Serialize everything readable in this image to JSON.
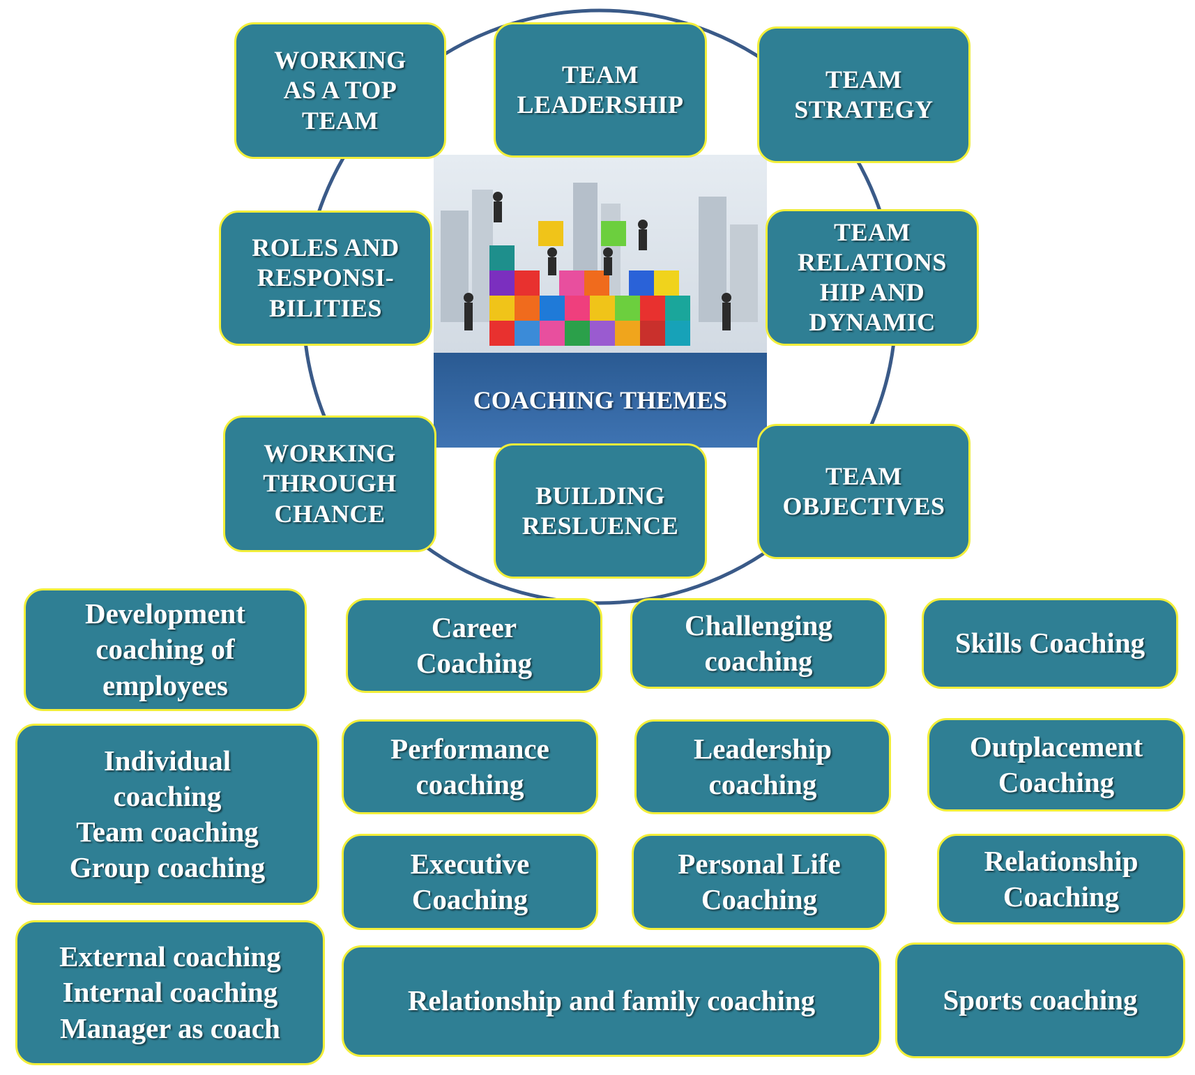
{
  "center": {
    "label": "COACHING THEMES",
    "image": "puzzle-team-building-image"
  },
  "themes": [
    "WORKING\nAS A TOP\nTEAM",
    "TEAM\nLEADERSHIP",
    "TEAM\nSTRATEGY",
    "TEAM\nRELATIONS\nHIP AND\nDYNAMIC",
    "TEAM\nOBJECTIVES",
    "BUILDING\nRESLUENCE",
    "WORKING\nTHROUGH\nCHANCE",
    "ROLES AND\nRESPONSI-\nBILITIES"
  ],
  "coaching_types": [
    "Development\ncoaching of\nemployees",
    "Career\nCoaching",
    "Challenging\ncoaching",
    "Skills Coaching",
    "Individual\ncoaching\nTeam coaching\nGroup coaching",
    "Performance\ncoaching",
    "Leadership\ncoaching",
    "Outplacement\nCoaching",
    "Executive\nCoaching",
    "Personal Life\nCoaching",
    "Relationship\nCoaching",
    "External coaching\nInternal coaching\nManager as coach",
    "Relationship and family coaching",
    "Sports coaching"
  ],
  "colors": {
    "box_fill": "#2f7f94",
    "box_border": "#f2ee3a",
    "ring": "#3a5a88",
    "center_label_fill": "#3463a3"
  }
}
